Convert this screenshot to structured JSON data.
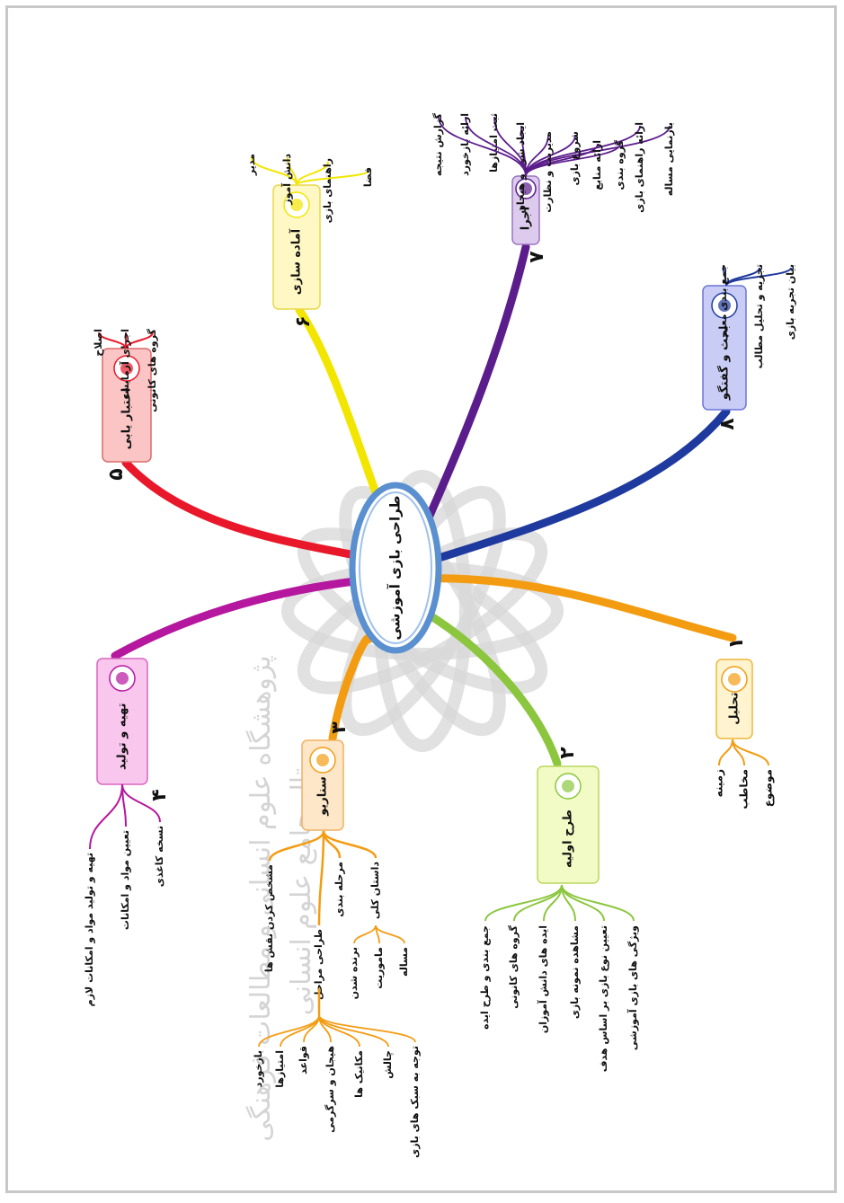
{
  "center": {
    "title": "طراحی بازی آموزشی"
  },
  "branches": [
    {
      "key": "b1",
      "number": "۱",
      "label": "تحلیل",
      "color": "#f39c12",
      "node_fill": "#fff4cf",
      "node_stroke": "#f0b63a",
      "icon": "magnifier-icon",
      "children": [
        "موضوع",
        "مخاطب",
        "زمینه"
      ]
    },
    {
      "key": "b2",
      "number": "۲",
      "label": "طرح اولیه",
      "color": "#8cc63f",
      "node_fill": "#f2fbc6",
      "node_stroke": "#b9d85a",
      "icon": "lightbulb-icon",
      "children": [
        "ویژگی های بازی آموزشی",
        "تعیین نوع بازی بر اساس هدف",
        "مشاهده نمونه بازی",
        "ایده های دانش آموزان",
        "گروه های کانونی",
        "جمع بندی و طرح ایده"
      ]
    },
    {
      "key": "b3",
      "number": "۳",
      "label": "سناریو",
      "color": "#f39c12",
      "node_fill": "#fde7c8",
      "node_stroke": "#f0b060",
      "icon": "script-icon",
      "children": [
        "مشخص کردن نقش ها",
        "مرحله بندی",
        "داستان کلی",
        "طراحی مراحل"
      ],
      "story_children": [
        "مساله",
        "ماموریت",
        "برنده شدن"
      ],
      "stage_children": [
        "توجه به سبک های بازی",
        "چالش",
        "مکانیک ها",
        "هیجان و سرگرمی",
        "قواعد",
        "امتیازها",
        "بازخورد"
      ]
    },
    {
      "key": "b4",
      "number": "۴",
      "label": "تهیه و تولید",
      "color": "#b5179e",
      "node_fill": "#f9c6ee",
      "node_stroke": "#d867c0",
      "icon": "production-icon",
      "children": [
        "نسخه کاغذی",
        "تعیین مواد و امکانات",
        "تهیه و تولید مواد و امکانات لازم"
      ]
    },
    {
      "key": "b5",
      "number": "۵",
      "label": "اعتبار یابی",
      "color": "#e8182a",
      "node_fill": "#fbc5c5",
      "node_stroke": "#e06a6a",
      "icon": "checklist-icon",
      "children": [
        "گروه های کانونی",
        "اجرای آزمایشی",
        "اصلاح"
      ]
    },
    {
      "key": "b6",
      "number": "۶",
      "label": "آماده سازی",
      "color": "#f2e600",
      "node_fill": "#fff8c4",
      "node_stroke": "#e8d84a",
      "icon": "meeting-icon",
      "children": [
        "مدیر",
        "دانش آموز",
        "راهنمای بازی",
        "فضا"
      ]
    },
    {
      "key": "b7",
      "number": "۷",
      "label": "اجرا",
      "color": "#5b1d8c",
      "node_fill": "#dccbec",
      "node_stroke": "#9b74c2",
      "icon": "people-icon",
      "children": [
        "بازنمایی مساله",
        "ارائه راهنمای بازی",
        "گروه بندی",
        "ارائه منابع",
        "شروع بازی",
        "مدیریت و نظارت",
        "ایجاد شور و هیجان",
        "ثبت امتیازها",
        "ارائه بازخورد",
        "گزارش نتیجه"
      ]
    },
    {
      "key": "b8",
      "number": "۸",
      "label": "بحث و گفتگو",
      "color": "#1f3a9e",
      "node_fill": "#c9cdf5",
      "node_stroke": "#6a75d6",
      "icon": "discussion-icon",
      "children": [
        "بیان تجربه بازی",
        "تجزیه و تحلیل مطالب",
        "جمع بندی معلم"
      ]
    }
  ],
  "watermark": {
    "line1": "پژوهشگاه علوم انسانی و مطالعات فرهنگی",
    "line2": "پرتال جامع علوم انسانی"
  }
}
